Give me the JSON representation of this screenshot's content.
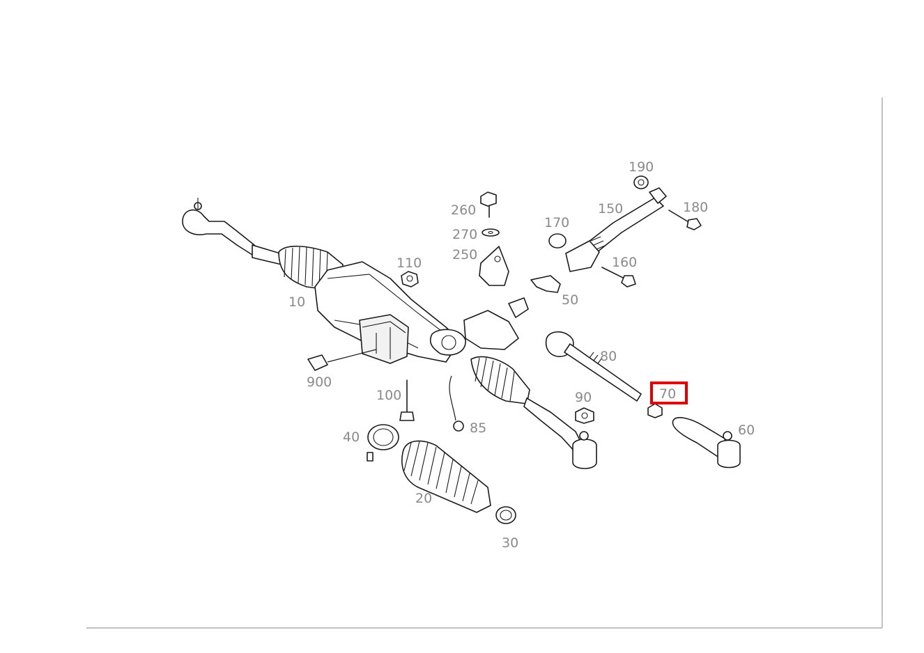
{
  "diagram": {
    "callouts": {
      "c10": "10",
      "c20": "20",
      "c30": "30",
      "c40": "40",
      "c50": "50",
      "c60": "60",
      "c70": "70",
      "c80": "80",
      "c85": "85",
      "c90": "90",
      "c100": "100",
      "c110": "110",
      "c150": "150",
      "c160": "160",
      "c170": "170",
      "c180": "180",
      "c190": "190",
      "c250": "250",
      "c260": "260",
      "c270": "270",
      "c900": "900"
    },
    "highlighted_callout": "70",
    "highlight_color": "#e00000",
    "label_color": "#8a8a8a"
  }
}
